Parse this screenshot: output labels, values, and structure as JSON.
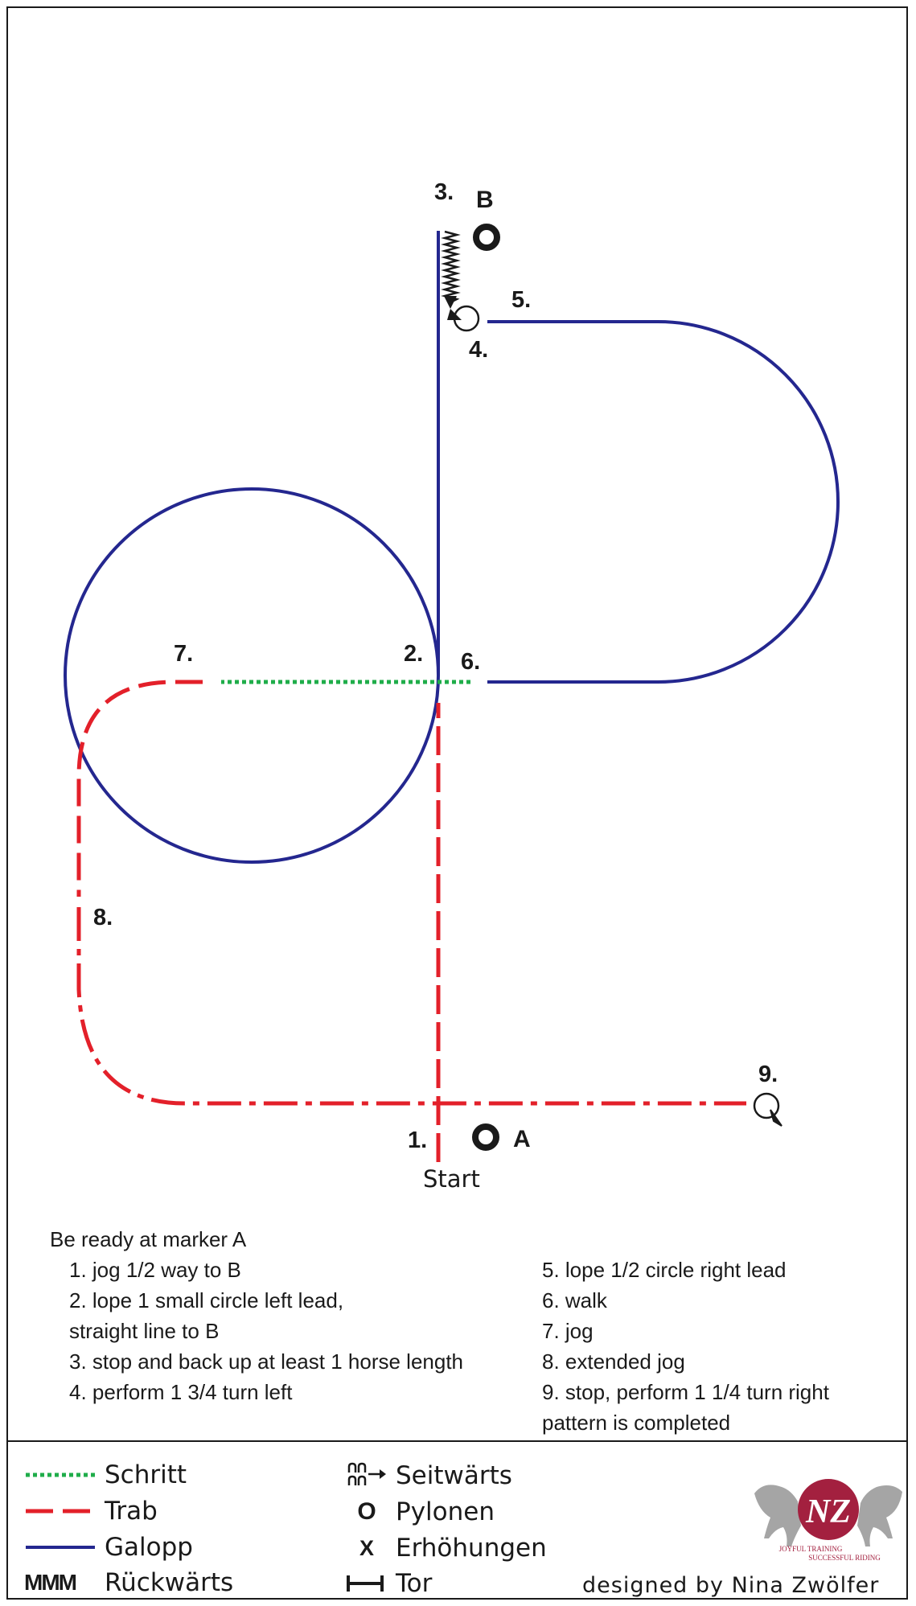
{
  "diagram": {
    "steps": [
      "1.",
      "2.",
      "3.",
      "4.",
      "5.",
      "6.",
      "7.",
      "8.",
      "9."
    ],
    "markers": {
      "a": "A",
      "b": "B"
    },
    "start_label": "Start"
  },
  "instructions": {
    "intro": "Be ready at marker A",
    "left": [
      "1. jog 1/2 way to B",
      "2. lope 1 small circle left lead,",
      "straight line to B",
      "3. stop and back up at least 1 horse length",
      "4. perform 1 3/4 turn left"
    ],
    "right": [
      "5. lope 1/2 circle right lead",
      "6. walk",
      "7. jog",
      "8. extended jog",
      "9. stop, perform 1 1/4 turn right",
      "pattern is completed"
    ]
  },
  "legend": {
    "walk": "Schritt",
    "trot": "Trab",
    "lope": "Galopp",
    "backup": "Rückwärts",
    "backup_symbol": "MMM",
    "sidepass": "Seitwärts",
    "cones": "Pylonen",
    "cones_symbol": "O",
    "elevations": "Erhöhungen",
    "elevations_symbol": "X",
    "gate": "Tor"
  },
  "colors": {
    "walk": "#1fad4a",
    "trot": "#e3202a",
    "lope": "#24278f",
    "ink": "#1a1a1a",
    "logo": "#a3203f"
  },
  "logo": {
    "monogram": "NZ",
    "tagline_1": "JOYFUL TRAINING",
    "tagline_2": "SUCCESSFUL RIDING"
  },
  "credit": "designed by Nina Zwölfer"
}
